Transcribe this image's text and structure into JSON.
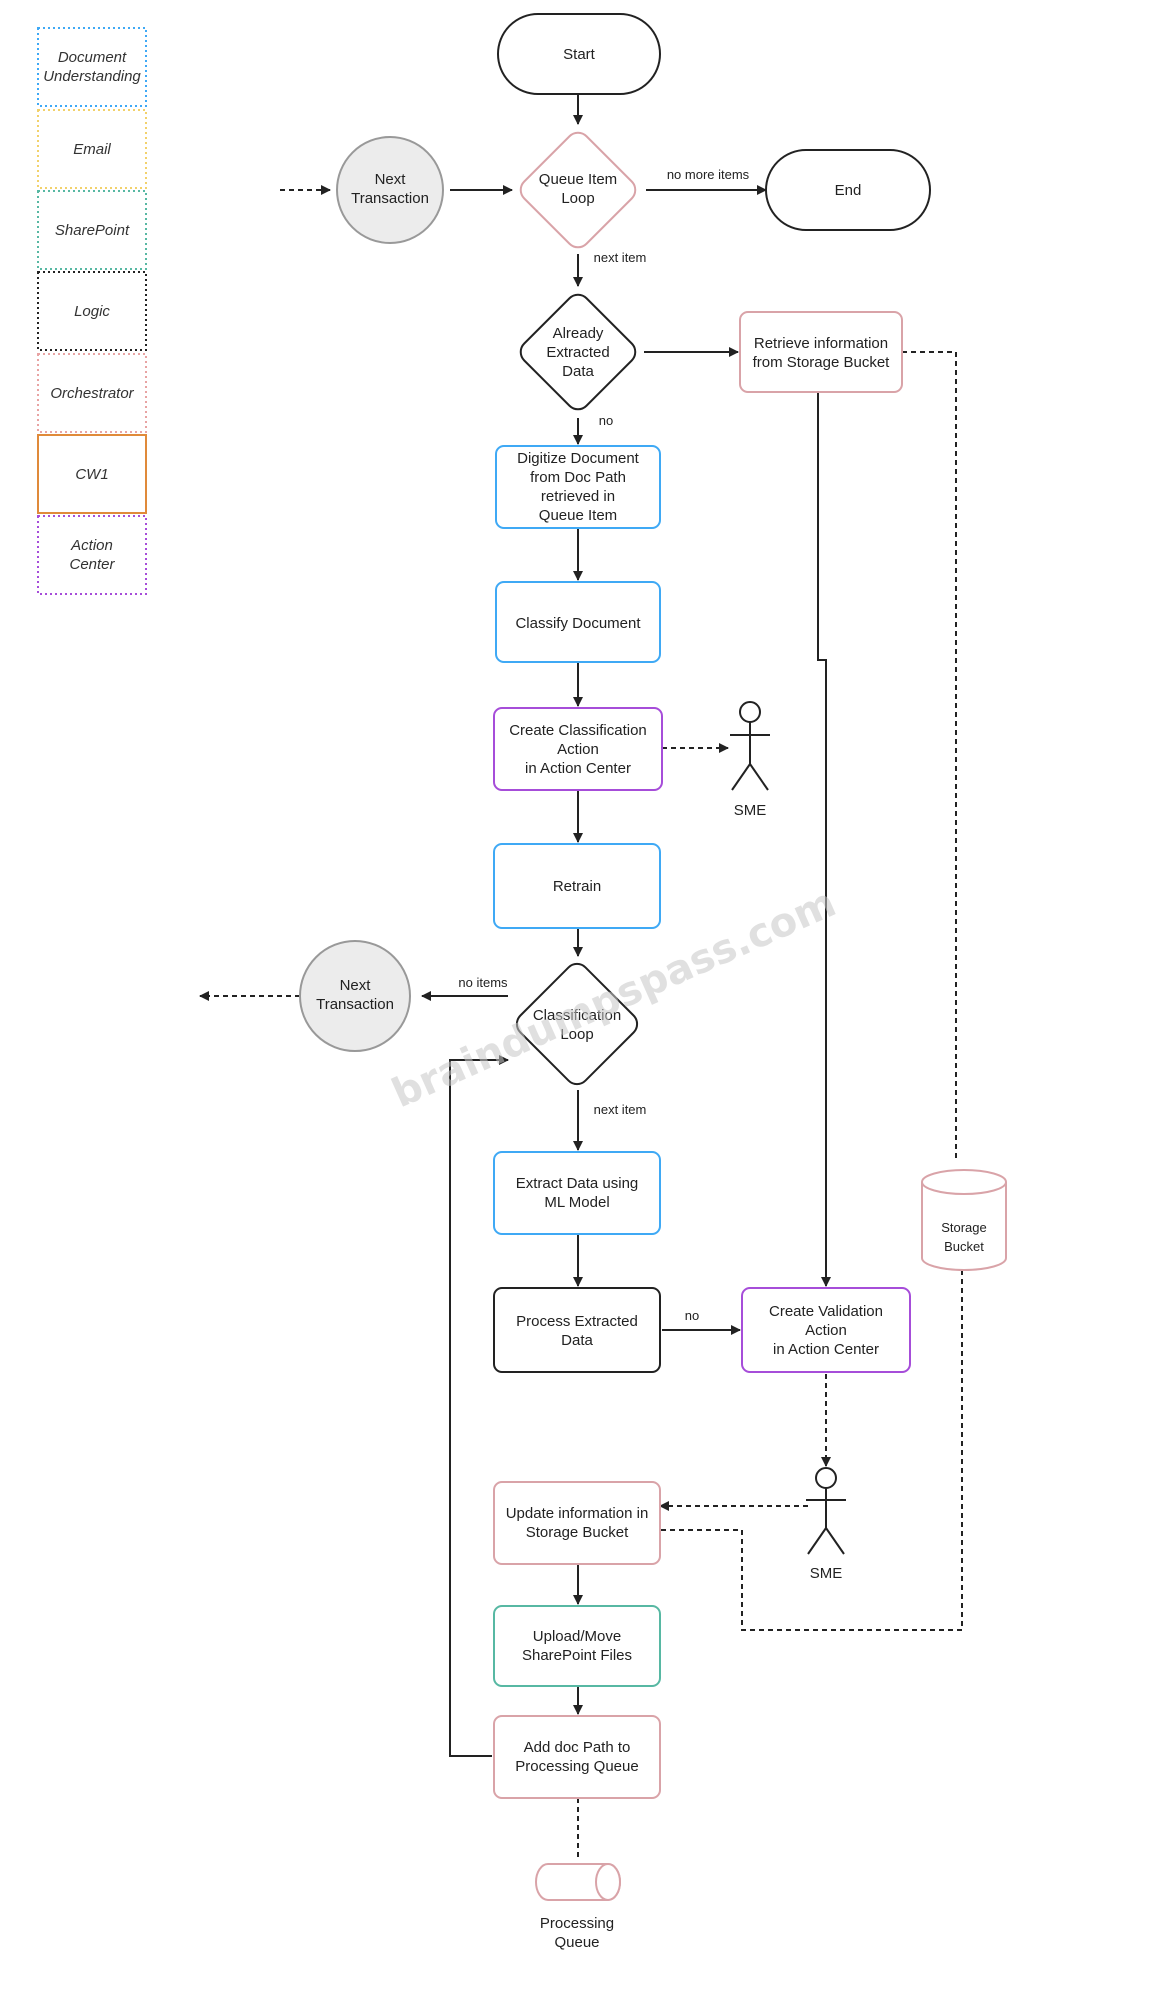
{
  "legend": [
    {
      "label": "Document\nUnderstanding",
      "color": "#3fa9f5",
      "style": "dotted"
    },
    {
      "label": "Email",
      "color": "#f2d16b",
      "style": "dotted"
    },
    {
      "label": "SharePoint",
      "color": "#57b8a3",
      "style": "dotted"
    },
    {
      "label": "Logic",
      "color": "#222222",
      "style": "dotted"
    },
    {
      "label": "Orchestrator",
      "color": "#e8a3a3",
      "style": "dotted"
    },
    {
      "label": "CW1",
      "color": "#e08a3a",
      "style": "solid"
    },
    {
      "label": "Action\nCenter",
      "color": "#a64dd9",
      "style": "dotted"
    }
  ],
  "nodes": {
    "start": "Start",
    "end": "End",
    "next_transaction_top": "Next\nTransaction",
    "queue_loop": "Queue Item\nLoop",
    "already_extracted": "Already\nExtracted\nData",
    "retrieve_info": "Retrieve information\nfrom Storage Bucket",
    "digitize": "Digitize Document\nfrom Doc Path\nretrieved in\nQueue Item",
    "classify": "Classify Document",
    "create_class_action": "Create Classification\nAction\nin Action Center",
    "sme_top": "SME",
    "retrain": "Retrain",
    "next_transaction_mid": "Next\nTransaction",
    "class_loop": "Classification\nLoop",
    "extract_data": "Extract Data using\nML Model",
    "process_extracted": "Process Extracted\nData",
    "create_validation": "Create Validation\nAction\nin Action Center",
    "storage_bucket": "Storage\nBucket",
    "sme_bottom": "SME",
    "update_info": "Update information in\nStorage Bucket",
    "upload_move": "Upload/Move\nSharePoint Files",
    "add_doc_path": "Add doc Path to\nProcessing Queue",
    "processing_queue": "Processing\nQueue"
  },
  "edges": {
    "no_more_items": "no more items",
    "next_item_top": "next item",
    "no_top": "no",
    "no_items": "no items",
    "next_item_mid": "next item",
    "no_bottom": "no"
  },
  "watermark": "braindumpspass.com",
  "colors": {
    "du": "#3fa9f5",
    "sharepoint": "#57b8a3",
    "logic": "#222222",
    "orchestrator": "#d9a3a8",
    "action_center": "#a64dd9",
    "terminal": "#222222",
    "circle_fill": "#ececec"
  }
}
